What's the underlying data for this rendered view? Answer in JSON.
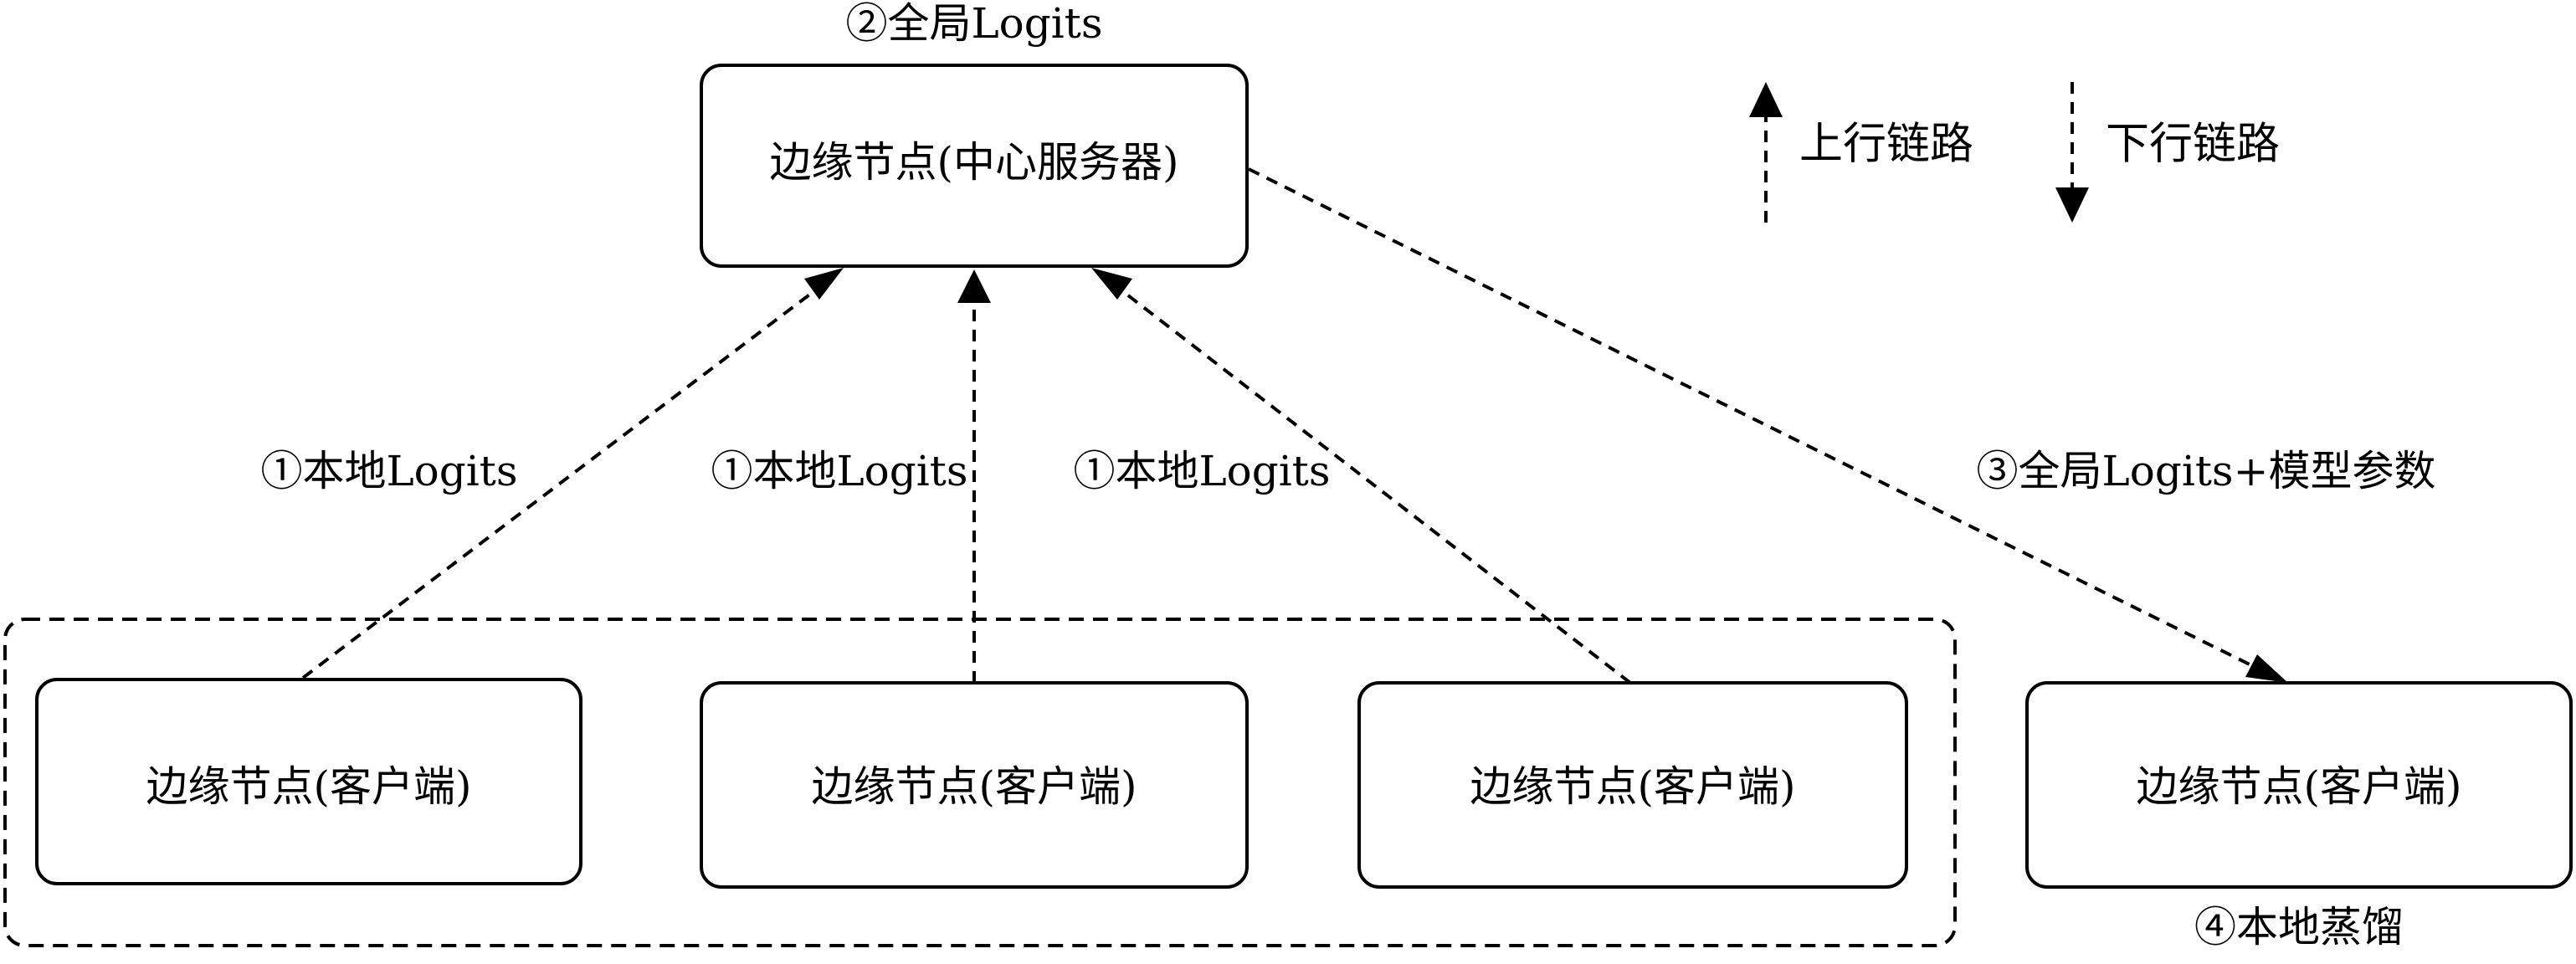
{
  "nodes": {
    "server": {
      "label": "边缘节点(中心服务器)",
      "step_label": "②全局Logits"
    },
    "client_1": {
      "label": "边缘节点(客户端)"
    },
    "client_2": {
      "label": "边缘节点(客户端)"
    },
    "client_3": {
      "label": "边缘节点(客户端)"
    },
    "client_4": {
      "label": "边缘节点(客户端)",
      "step_label": "④本地蒸馏"
    }
  },
  "edges": {
    "uplink_1": {
      "label": "①本地Logits",
      "direction": "uplink"
    },
    "uplink_2": {
      "label": "①本地Logits",
      "direction": "uplink"
    },
    "uplink_3": {
      "label": "①本地Logits",
      "direction": "uplink"
    },
    "downlink": {
      "label": "③全局Logits+模型参数",
      "direction": "downlink"
    }
  },
  "legend": {
    "uplink": {
      "label": "上行链路",
      "icon": "dashed-arrow-up-icon"
    },
    "downlink": {
      "label": "下行链路",
      "icon": "dashed-arrow-down-icon"
    }
  },
  "colors": {
    "stroke": "#000000",
    "fill": "#ffffff",
    "text": "#000000"
  }
}
